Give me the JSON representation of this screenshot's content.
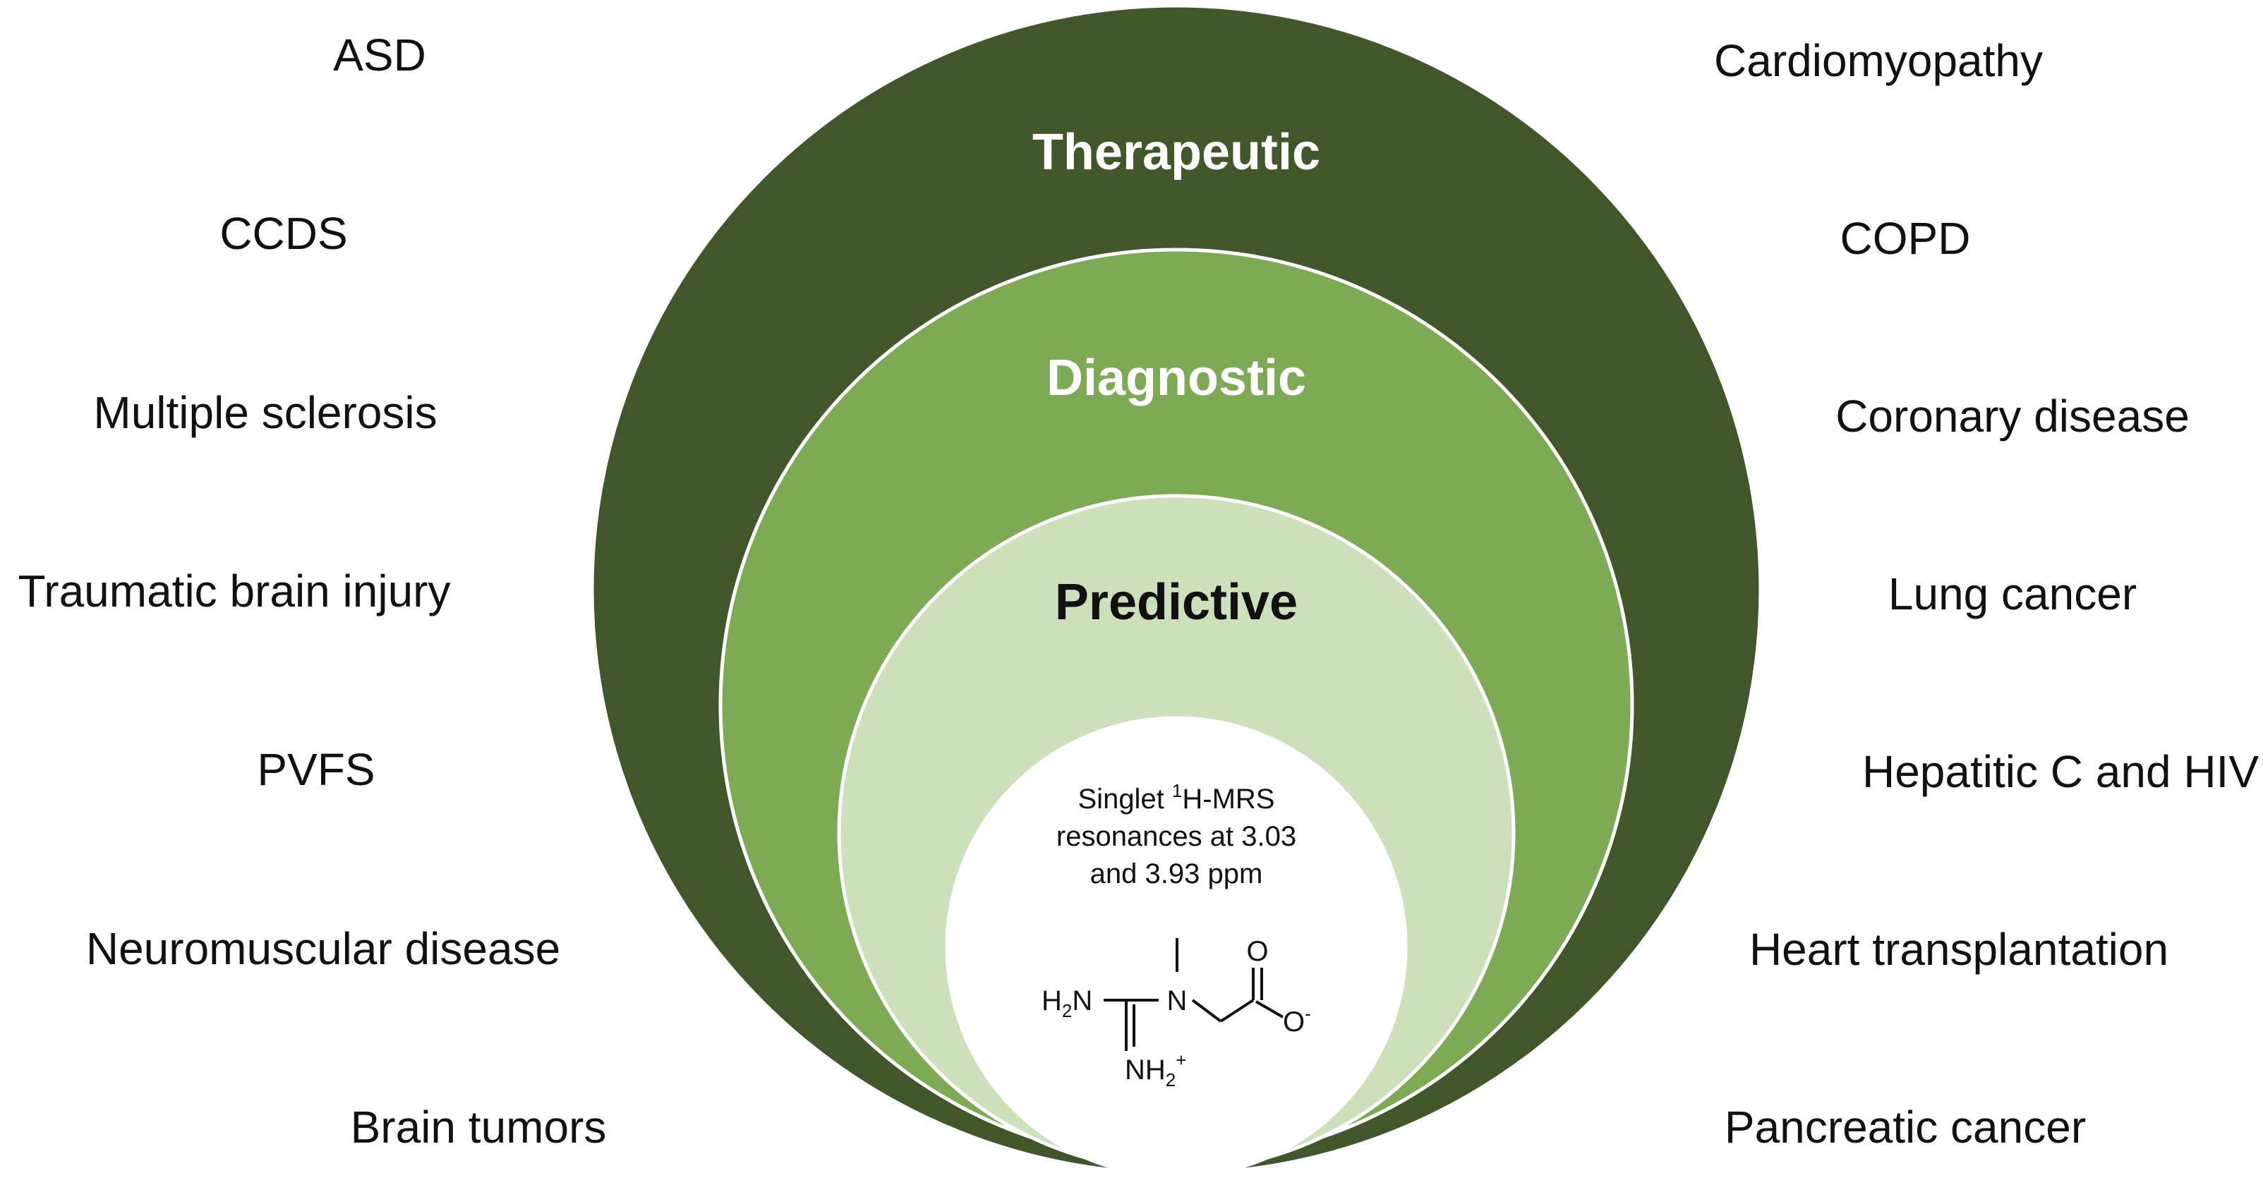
{
  "colors": {
    "therapeutic": "#3f572a",
    "diagnostic": "#7eaa55",
    "predictive": "#cce0bb",
    "core": "#ffffff",
    "predictive_label": "#111111",
    "outer_labels": "#ffffff"
  },
  "layers": {
    "therapeutic": "Therapeutic",
    "diagnostic": "Diagnostic",
    "predictive": "Predictive"
  },
  "center": {
    "line1_prefix": "Singlet ",
    "line1_sup": "1",
    "line1_suffix": "H-MRS",
    "line2": "resonances at 3.03",
    "line3": "and 3.93 ppm"
  },
  "molecule": {
    "amine_h": "H",
    "amine_sub": "2",
    "amine_n": "N",
    "n_center": "N",
    "imine_nh": "NH",
    "imine_sub": "2",
    "imine_charge": "+",
    "carbonyl_o": "O",
    "oxide_o": "O",
    "oxide_charge": "-"
  },
  "left_conditions": [
    "ASD",
    "CCDS",
    "Multiple sclerosis",
    "Traumatic brain injury",
    "PVFS",
    "Neuromuscular disease",
    "Brain tumors"
  ],
  "right_conditions": [
    "Cardiomyopathy",
    "COPD",
    "Coronary disease",
    "Lung cancer",
    "Hepatitic C and HIV",
    "Heart transplantation",
    "Pancreatic cancer"
  ]
}
